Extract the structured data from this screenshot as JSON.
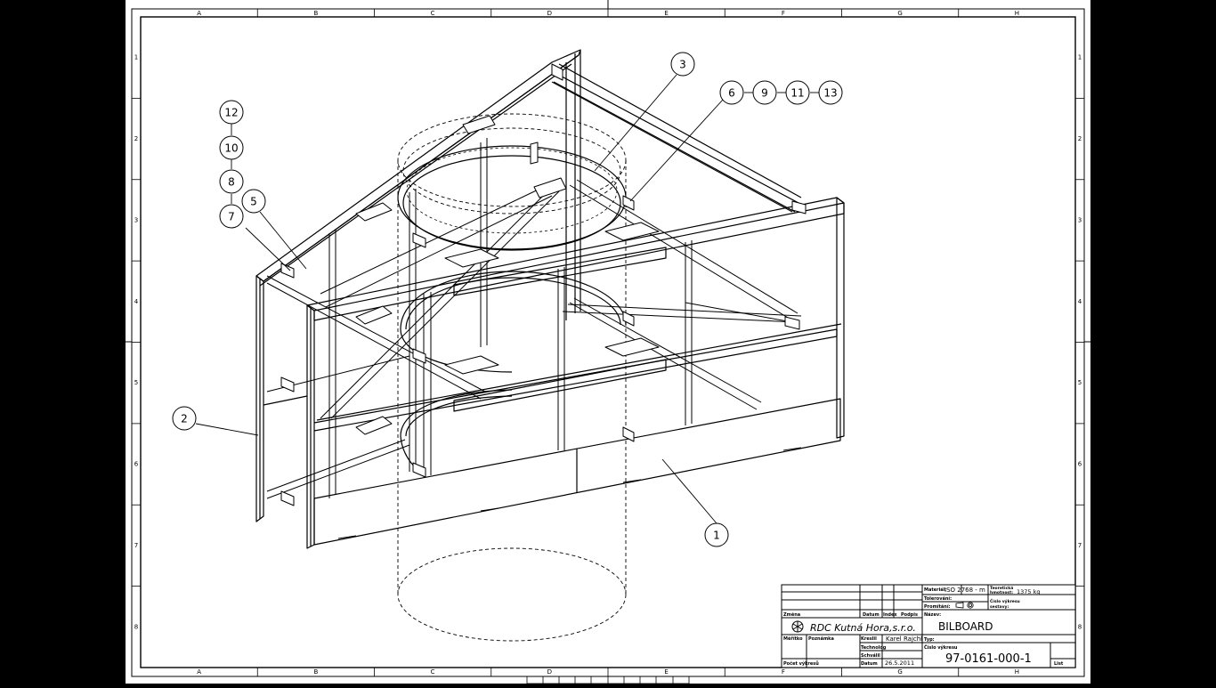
{
  "grid": {
    "columns": [
      "A",
      "B",
      "C",
      "D",
      "E",
      "F",
      "G",
      "H"
    ],
    "rows": [
      "1",
      "2",
      "3",
      "4",
      "5",
      "6",
      "7",
      "8"
    ]
  },
  "balloons": [
    "1",
    "2",
    "3",
    "5",
    "7",
    "8",
    "10",
    "12",
    "6",
    "9",
    "11",
    "13"
  ],
  "title_block": {
    "header_left": {
      "change": "Změna",
      "date": "Datum",
      "index": "Index",
      "signature": "Podpis"
    },
    "material_label": "Materiál:",
    "material_value": "ISO 2768 - m",
    "weight_label_1": "Teoretická",
    "weight_label_2": "hmotnost:",
    "weight_value": "1375 kg",
    "tolerance_label": "Tolerování:",
    "projection_label": "Promítání:",
    "drawing_number_label_1": "Číslo výkresu",
    "drawing_number_label_2": "sestavy:",
    "name_label": "Název:",
    "name_value": "BILBOARD",
    "company": "RDC Kutná Hora,s.r.o.",
    "scale_label": "Měřítko",
    "note_label": "Poznámka",
    "drawn_label": "Kreslil",
    "drawn_value": "Karel Rajchl",
    "tech_label": "Technolog",
    "approved_label": "Schválil",
    "date_label": "Datum",
    "date_value": "26.5.2011",
    "type_label": "Typ:",
    "drawing_no_label": "Číslo výkresu",
    "drawing_no_value": "97-0161-000-1",
    "sheets_label": "Počet výkresů",
    "sheet_label": "List"
  }
}
